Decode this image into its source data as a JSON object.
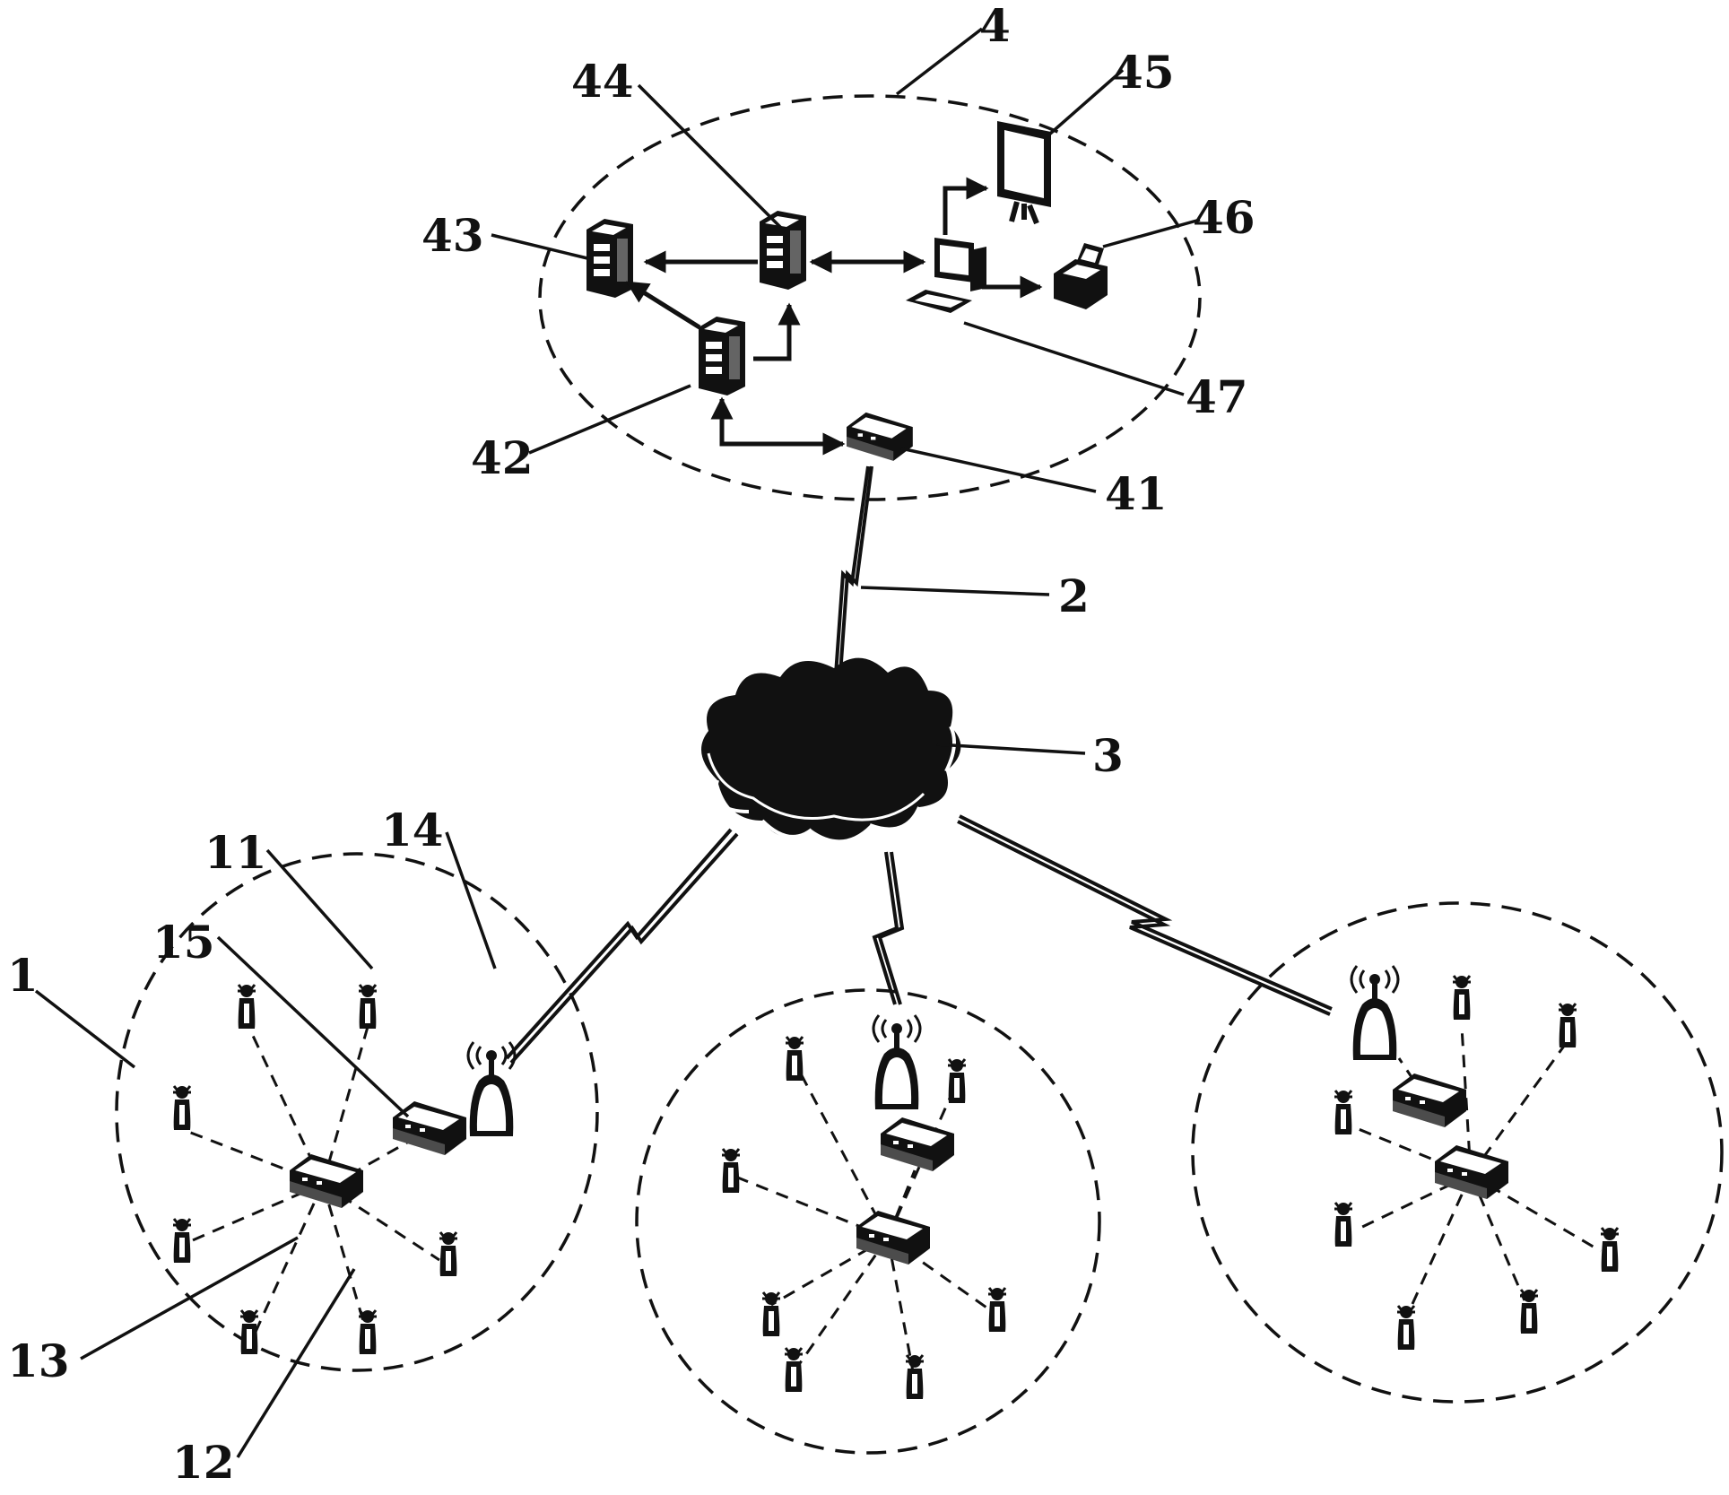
{
  "labels": {
    "l1": "1",
    "l2": "2",
    "l3": "3",
    "l4": "4",
    "l11": "11",
    "l12": "12",
    "l13": "13",
    "l14": "14",
    "l15": "15",
    "l41": "41",
    "l42": "42",
    "l43": "43",
    "l44": "44",
    "l45": "45",
    "l46": "46",
    "l47": "47"
  },
  "colors": {
    "ink": "#111111",
    "background": "#ffffff"
  },
  "icons": [
    "server-icon",
    "monitor-icon",
    "computer-icon",
    "printer-icon",
    "router-icon",
    "cloud-icon",
    "antenna-tower-icon",
    "sensor-node-icon",
    "gateway-icon"
  ]
}
